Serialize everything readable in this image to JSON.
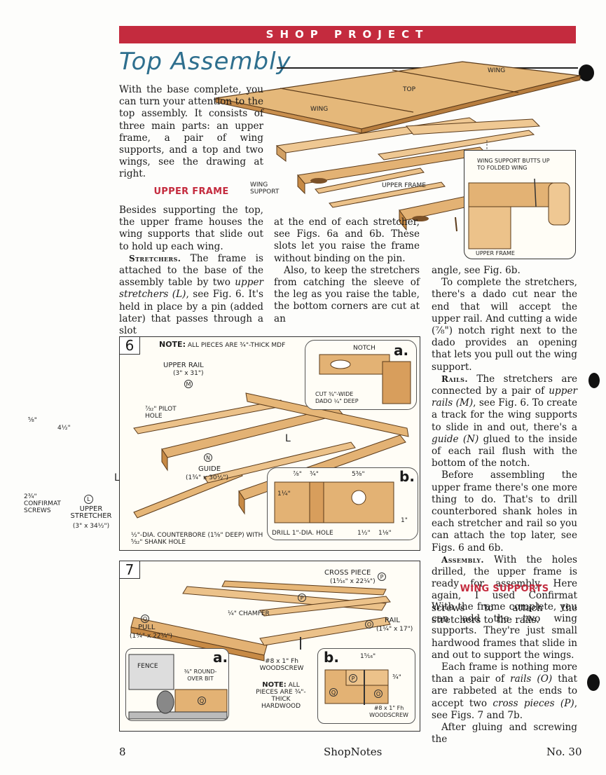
{
  "banner": "SHOP PROJECT",
  "title": "Top Assembly",
  "intro": "With the base complete, you can turn your attention to the top assembly. It consists of three main parts: an upper frame, a pair of wing supports, and a top and two wings, see the drawing at right.",
  "headings": {
    "upper_frame": "UPPER FRAME",
    "wing_supports": "WING SUPPORTS"
  },
  "col1": {
    "p1": "Besides supporting the top, the upper frame houses the wing supports that slide out to hold up each wing.",
    "p2_lead": "Stretchers.",
    "p2_a": " The frame is attached to the base of the assembly table by two ",
    "p2_em": "upper stretchers (L)",
    "p2_b": ", see Fig. 6. It's held in place by a pin (added later) that passes through a slot"
  },
  "col2": {
    "p1": "at the end of each stretcher, see Figs. 6a and 6b. These slots let you raise the frame without binding on the pin.",
    "p2": "Also, to keep the stretchers from catching the sleeve of the leg as you raise the table, the bottom corners are cut at an"
  },
  "col3": {
    "p0": "angle, see Fig. 6b.",
    "p1": "To complete the stretchers, there's a dado cut near the end that will accept the upper rail. And cutting a wide (⁷⁄₈\") notch right next to the dado provides an opening that lets you pull out the wing support.",
    "p2_lead": "Rails.",
    "p2_a": " The stretchers are connected by a pair of ",
    "p2_em1": "upper rails (M)",
    "p2_b": ", see Fig. 6. To create a track for the wing supports to slide in and out, there's a ",
    "p2_em2": "guide (N)",
    "p2_c": " glued to the inside of each rail flush with the bottom of the notch.",
    "p3": "Before assembling the upper frame there's one more thing to do. That's to drill counterbored shank holes in each stretcher and rail so you can attach the top later, see Figs. 6 and 6b.",
    "p4_lead": "Assembly.",
    "p4_a": " With the holes drilled, the upper frame is ready for assembly. Here again, I used Confirmat screws to attach the stretchers to the rails.",
    "p5": "With the frame complete, you can add the two wing supports. They're just small hardwood frames that slide in and out to support the wings.",
    "p6_a": "Each frame is nothing more than a pair of ",
    "p6_em1": "rails (O)",
    "p6_b": " that are rabbeted at the ends to accept two ",
    "p6_em2": "cross pieces (P)",
    "p6_c": ", see Figs. 7 and 7b.",
    "p7": "After gluing and screwing the"
  },
  "top_drawing": {
    "wing_left": "WING",
    "top": "TOP",
    "wing_right": "WING",
    "wing_support": "WING SUPPORT",
    "upper_frame": "UPPER FRAME",
    "callout_title": "WING SUPPORT BUTTS UP TO FOLDED WING",
    "callout_frame": "UPPER FRAME"
  },
  "fig6": {
    "number": "6",
    "note_lead": "NOTE:",
    "note": " ALL PIECES ARE ¾\"-THICK MDF",
    "upper_rail": "UPPER RAIL",
    "upper_rail_size": "(3\" x 31\")",
    "pilot": "⁷⁄₃₂\" PILOT HOLE",
    "guide": "GUIDE",
    "guide_size": "(1¾\" x 30½\")",
    "confirmat": "2¾\" CONFIRMAT SCREWS",
    "upper_stretcher": "UPPER STRETCHER",
    "upper_stretcher_size": "(3\" x 34½\")",
    "counterbore": "½\"-DIA. COUNTERBORE (1⁵⁄₈\" DEEP) WITH ⁵⁄₃₂\" SHANK HOLE",
    "dim_58": "⁵⁄₈\"",
    "dim_412": "4½\"",
    "m": "M",
    "n": "N",
    "l": "L",
    "a_letter": "a.",
    "a_notch": "NOTCH",
    "a_dado": "CUT ¾\"-WIDE DADO ¼\" DEEP",
    "b_letter": "b.",
    "b_78": "⁷⁄₈\"",
    "b_34": "¾\"",
    "b_538": "5³⁄₈\"",
    "b_114": "1¼\"",
    "b_1": "1\"",
    "b_drill": "DRILL 1\"-DIA. HOLE",
    "b_112": "1½\"",
    "b_118": "1⅛\""
  },
  "fig7": {
    "number": "7",
    "cross_piece": "CROSS PIECE",
    "cross_piece_size": "(1⁵⁄₁₆\" x 22¼\")",
    "chamfer": "¼\" CHAMFER",
    "pull": "PULL",
    "pull_size": "(1¾\" x 22¼\")",
    "rail": "RAIL",
    "rail_size": "(1¼\" x 17\")",
    "screw": "#8 x 1\" Fh WOODSCREW",
    "note_lead": "NOTE:",
    "note": " ALL PIECES ARE ¾\"-THICK HARDWOOD",
    "a_letter": "a.",
    "a_fence": "FENCE",
    "a_bit": "⅜\" ROUND-OVER BIT",
    "b_letter": "b.",
    "b_1516": "1⁵⁄₁₆\"",
    "b_34": "¾\"",
    "b_screw": "#8 x 1\" Fh WOODSCREW",
    "o": "O",
    "p": "P",
    "q": "Q"
  },
  "footer": {
    "page": "8",
    "magazine": "ShopNotes",
    "issue": "No. 30"
  }
}
